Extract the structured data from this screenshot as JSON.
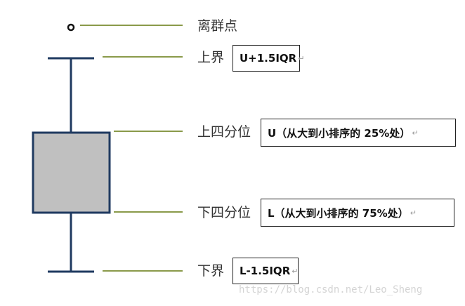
{
  "labels": {
    "outlier": "离群点",
    "upper_fence": "上界",
    "upper_quartile": "上四分位",
    "lower_quartile": "下四分位",
    "lower_fence": "下界"
  },
  "notes": {
    "upper_fence": "U+1.5IQR",
    "upper_quartile": "U（从大到小排序的 25%处）",
    "lower_quartile": "L（从大到小排序的 75%处）",
    "lower_fence": "L-1.5IQR",
    "paragraph_mark": "↵"
  },
  "watermark": "https://blog.csdn.net/Leo_Sheng",
  "colors": {
    "box_fill": "#c0c0c0",
    "box_stroke": "#1f3a60",
    "leader_line": "#8a9a4a"
  }
}
